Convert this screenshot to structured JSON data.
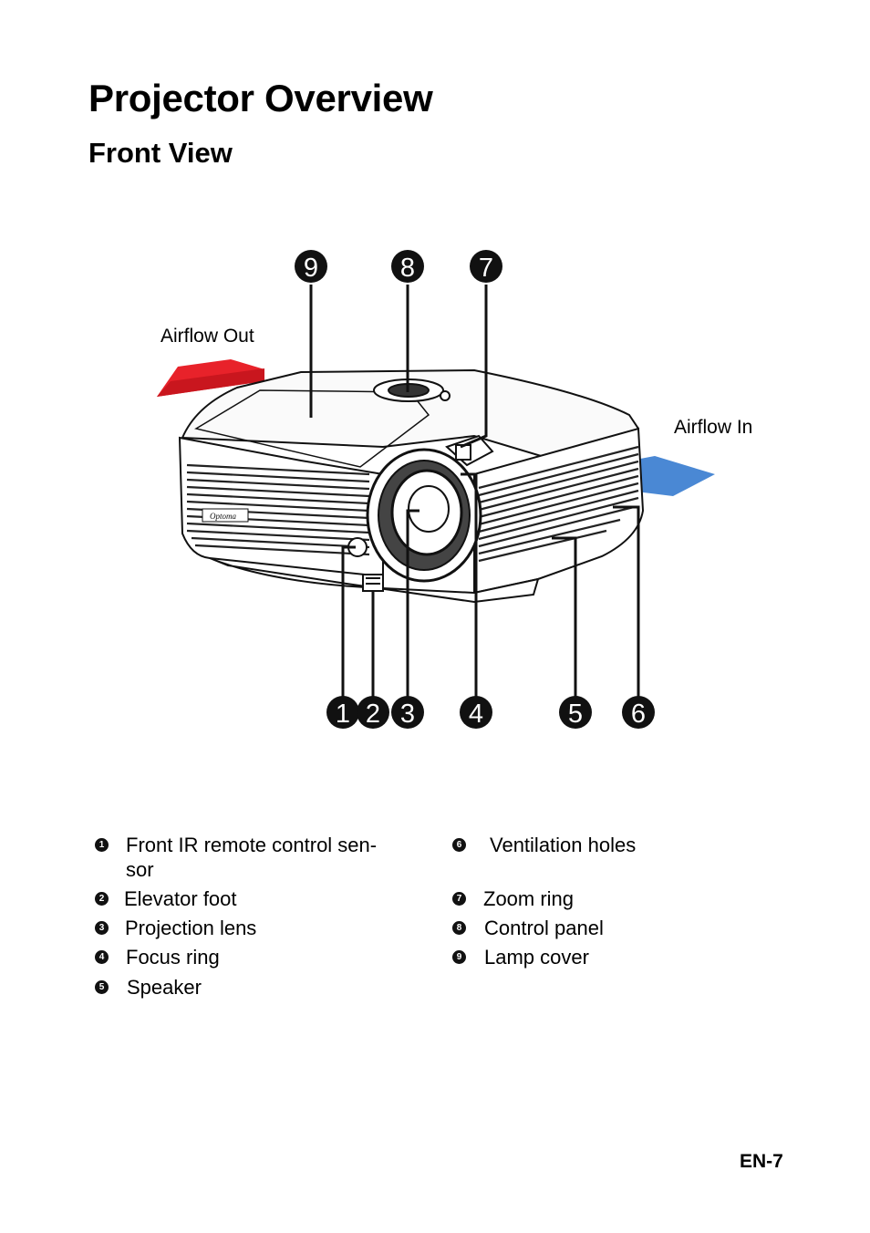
{
  "page": {
    "title": "Projector Overview",
    "subtitle": "Front View",
    "page_number": "EN-7"
  },
  "diagram": {
    "airflow_out": "Airflow Out",
    "airflow_in": "Airflow In",
    "callouts_top": [
      "9",
      "8",
      "7"
    ],
    "callouts_bottom": [
      "1",
      "2",
      "3",
      "4",
      "5",
      "6"
    ],
    "brand_mark": "Optoma"
  },
  "legend": {
    "left": [
      {
        "num": "1",
        "label": "Front IR remote control sen- sor"
      },
      {
        "num": "2",
        "label": "Elevator foot"
      },
      {
        "num": "3",
        "label": "Projection lens"
      },
      {
        "num": "4",
        "label": "Focus ring"
      },
      {
        "num": "5",
        "label": "Speaker"
      }
    ],
    "right": [
      {
        "num": "6",
        "label": "Ventilation holes"
      },
      {
        "num": "7",
        "label": "Zoom ring"
      },
      {
        "num": "8",
        "label": "Control panel"
      },
      {
        "num": "9",
        "label": "Lamp cover"
      }
    ]
  },
  "colors": {
    "airflow_out_arrow": "#e8222a",
    "airflow_in_arrow": "#4a88d4",
    "callout_circle": "#111111"
  }
}
